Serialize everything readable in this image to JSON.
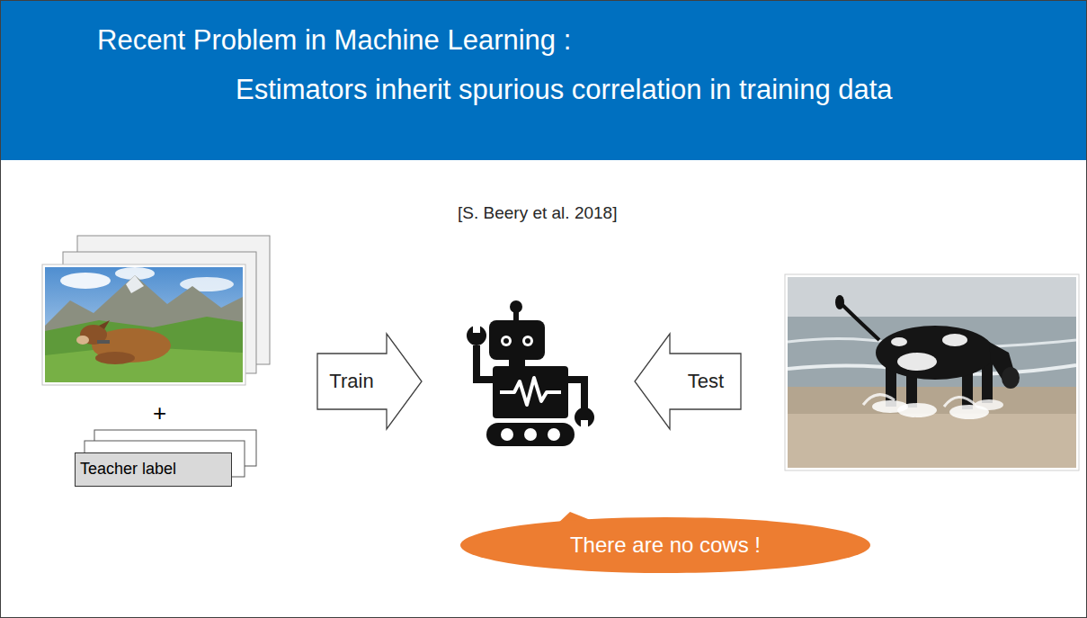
{
  "diagram": {
    "title": "Recent Problem in Machine Learning : Estimators inherit spurious correlation in training data",
    "nodes": [
      {
        "text": [
          "Teacher label"
        ]
      },
      {
        "text": [
          "Train"
        ]
      },
      {
        "text": [
          "Test"
        ]
      },
      {
        "text": [
          "There are no cows !"
        ]
      }
    ],
    "labels": [
      "[S. Beery et al. 2018]",
      "+"
    ]
  }
}
